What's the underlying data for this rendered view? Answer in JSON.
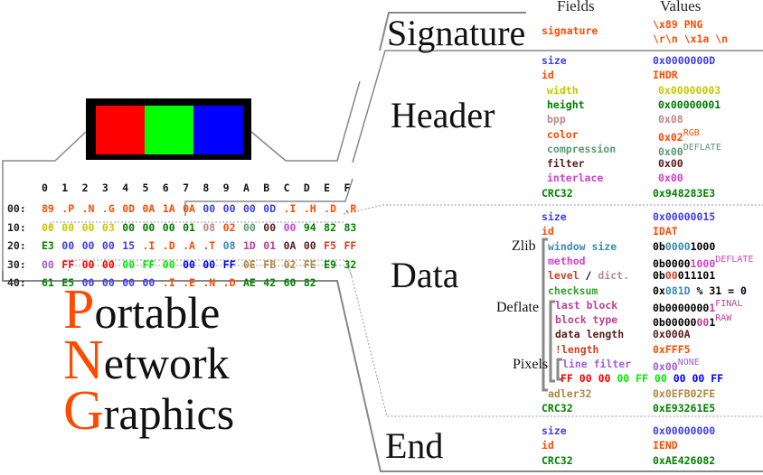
{
  "colors": {
    "accent": "#ff4a00",
    "size": "#3e3ee8",
    "id": "#ff4a00",
    "width": "#c8c800",
    "height": "#007a00",
    "bpp": "#c08888",
    "color": "#ff4a00",
    "compression": "#5a9a70",
    "filter": "#5a1a1a",
    "interlace": "#d040d0",
    "crc": "#008000",
    "zlib_window": "#3a8ab0",
    "zlib_method": "#d040d0",
    "zlib_level": "#d04020",
    "zlib_dict": "#c08888",
    "checksum": "#3aa030",
    "deflate": "#c04090",
    "data_length": "#5a1a1a",
    "pixels": "#a060d0",
    "adler": "#b08840",
    "red": "#ff0000",
    "green": "#00ee00",
    "blue": "#0000ff"
  },
  "image_preview": {
    "pixels": [
      "#ff0000",
      "#00ff00",
      "#0000ff"
    ]
  },
  "hexdump": {
    "columns": [
      "0",
      "1",
      "2",
      "3",
      "4",
      "5",
      "6",
      "7",
      "8",
      "9",
      "A",
      "B",
      "C",
      "D",
      "E",
      "F"
    ],
    "rows": [
      {
        "addr": "00:",
        "bytes": [
          [
            "89",
            "id"
          ],
          [
            ".P",
            "id"
          ],
          [
            ".N",
            "id"
          ],
          [
            ".G",
            "id"
          ],
          [
            "0D",
            "id"
          ],
          [
            "0A",
            "id"
          ],
          [
            "1A",
            "id"
          ],
          [
            "0A",
            "id"
          ],
          [
            "00",
            "size"
          ],
          [
            "00",
            "size"
          ],
          [
            "00",
            "size"
          ],
          [
            "0D",
            "size"
          ],
          [
            ".I",
            "id"
          ],
          [
            ".H",
            "id"
          ],
          [
            ".D",
            "id"
          ],
          [
            ".R",
            "id"
          ]
        ]
      },
      {
        "addr": "10:",
        "bytes": [
          [
            "00",
            "width"
          ],
          [
            "00",
            "width"
          ],
          [
            "00",
            "width"
          ],
          [
            "03",
            "width"
          ],
          [
            "00",
            "height"
          ],
          [
            "00",
            "height"
          ],
          [
            "00",
            "height"
          ],
          [
            "01",
            "height"
          ],
          [
            "08",
            "bpp"
          ],
          [
            "02",
            "color"
          ],
          [
            "00",
            "compression"
          ],
          [
            "00",
            "filter"
          ],
          [
            "00",
            "interlace"
          ],
          [
            "94",
            "crc"
          ],
          [
            "82",
            "crc"
          ],
          [
            "83",
            "crc"
          ]
        ]
      },
      {
        "addr": "20:",
        "bytes": [
          [
            "E3",
            "crc"
          ],
          [
            "00",
            "size"
          ],
          [
            "00",
            "size"
          ],
          [
            "00",
            "size"
          ],
          [
            "15",
            "size"
          ],
          [
            ".I",
            "id"
          ],
          [
            ".D",
            "id"
          ],
          [
            ".A",
            "id"
          ],
          [
            ".T",
            "id"
          ],
          [
            "08",
            "zlib_window"
          ],
          [
            "1D",
            "deflate"
          ],
          [
            "01",
            "deflate"
          ],
          [
            "0A",
            "data_length"
          ],
          [
            "00",
            "data_length"
          ],
          [
            "F5",
            "zlib_level"
          ],
          [
            "FF",
            "zlib_level"
          ]
        ]
      },
      {
        "addr": "30:",
        "bytes": [
          [
            "00",
            "pixels"
          ],
          [
            "FF",
            "red"
          ],
          [
            "00",
            "red"
          ],
          [
            "00",
            "red"
          ],
          [
            "00",
            "green"
          ],
          [
            "FF",
            "green"
          ],
          [
            "00",
            "green"
          ],
          [
            "00",
            "blue"
          ],
          [
            "00",
            "blue"
          ],
          [
            "FF",
            "blue"
          ],
          [
            "0E",
            "adler"
          ],
          [
            "FB",
            "adler"
          ],
          [
            "02",
            "adler"
          ],
          [
            "FE",
            "adler"
          ],
          [
            "E9",
            "crc"
          ],
          [
            "32",
            "crc"
          ]
        ]
      },
      {
        "addr": "40:",
        "bytes": [
          [
            "61",
            "crc"
          ],
          [
            "E5",
            "crc"
          ],
          [
            "00",
            "size"
          ],
          [
            "00",
            "size"
          ],
          [
            "00",
            "size"
          ],
          [
            "00",
            "size"
          ],
          [
            ".I",
            "id"
          ],
          [
            ".E",
            "id"
          ],
          [
            ".N",
            "id"
          ],
          [
            ".D",
            "id"
          ],
          [
            "AE",
            "crc"
          ],
          [
            "42",
            "crc"
          ],
          [
            "60",
            "crc"
          ],
          [
            "82",
            "crc"
          ]
        ]
      }
    ]
  },
  "title": {
    "lines": [
      {
        "initial": "P",
        "rest": "ortable"
      },
      {
        "initial": "N",
        "rest": "etwork"
      },
      {
        "initial": "G",
        "rest": "raphics"
      }
    ]
  },
  "columns": {
    "fields": "Fields",
    "values": "Values"
  },
  "sections": {
    "signature": {
      "title": "Signature",
      "field": "signature",
      "value_line1": "\\x89 PNG",
      "value_line2": "\\r\\n \\x1a \\n"
    },
    "header": {
      "title": "Header",
      "rows": [
        {
          "field": "size",
          "value": "0x0000000D",
          "key": "size",
          "note": ""
        },
        {
          "field": "id",
          "value": "IHDR",
          "key": "id",
          "note": ""
        },
        {
          "field": "width",
          "value": "0x00000003",
          "key": "width",
          "note": ""
        },
        {
          "field": "height",
          "value": "0x00000001",
          "key": "height",
          "note": ""
        },
        {
          "field": "bpp",
          "value": "0x08",
          "key": "bpp",
          "note": ""
        },
        {
          "field": "color",
          "value": "0x02",
          "key": "color",
          "note": "RGB"
        },
        {
          "field": "compression",
          "value": "0x00",
          "key": "compression",
          "note": "DEFLATE"
        },
        {
          "field": "filter",
          "value": "0x00",
          "key": "filter",
          "note": ""
        },
        {
          "field": "interlace",
          "value": "0x00",
          "key": "interlace",
          "note": ""
        },
        {
          "field": "CRC32",
          "value": "0x948283E3",
          "key": "crc",
          "note": ""
        }
      ]
    },
    "data": {
      "title": "Data",
      "groups": {
        "zlib": "Zlib",
        "deflate": "Deflate",
        "pixels": "Pixels"
      },
      "size": {
        "field": "size",
        "value": "0x00000015"
      },
      "id": {
        "field": "id",
        "value": "IDAT"
      },
      "window_size": {
        "field": "window size",
        "value_prefix": "0b",
        "value_hl": "0000",
        "value_rest": "1000"
      },
      "method": {
        "field": "method",
        "value_prefix": "0b0000",
        "value_hl": "1000",
        "note": "DEFLATE"
      },
      "level": {
        "field_a": "level",
        "sep": " / ",
        "field_b": "dict.",
        "value_prefix": "0b",
        "value_hl": "00",
        "value_rest": "011101"
      },
      "checksum": {
        "field": "checksum",
        "value_prefix": "0x",
        "value_hl": "081D",
        "value_rest": " % 31 = 0"
      },
      "last_block": {
        "field": "last block",
        "value_prefix": "0b0000000",
        "value_hl": "1",
        "note": "FINAL"
      },
      "block_type": {
        "field": "block type",
        "value_prefix": "0b00000",
        "value_hl": "00",
        "value_rest": "1",
        "note": "RAW"
      },
      "data_length": {
        "field": "data length",
        "value": "0x000A"
      },
      "nlength": {
        "field": "!length",
        "value": "0xFFF5"
      },
      "line_filter": {
        "field": "line filter",
        "value": "0x00",
        "note": "NONE"
      },
      "pixel_bytes": [
        [
          "FF",
          "red"
        ],
        [
          "00",
          "red"
        ],
        [
          "00",
          "red"
        ],
        [
          "00",
          "green"
        ],
        [
          "FF",
          "green"
        ],
        [
          "00",
          "green"
        ],
        [
          "00",
          "blue"
        ],
        [
          "00",
          "blue"
        ],
        [
          "FF",
          "blue"
        ]
      ],
      "adler": {
        "field": "adler32",
        "value": "0x0EFB02FE"
      },
      "crc": {
        "field": "CRC32",
        "value": "0xE93261E5"
      }
    },
    "end": {
      "title": "End",
      "rows": [
        {
          "field": "size",
          "value": "0x00000000",
          "key": "size"
        },
        {
          "field": "id",
          "value": "IEND",
          "key": "id"
        },
        {
          "field": "CRC32",
          "value": "0xAE426082",
          "key": "crc"
        }
      ]
    }
  }
}
